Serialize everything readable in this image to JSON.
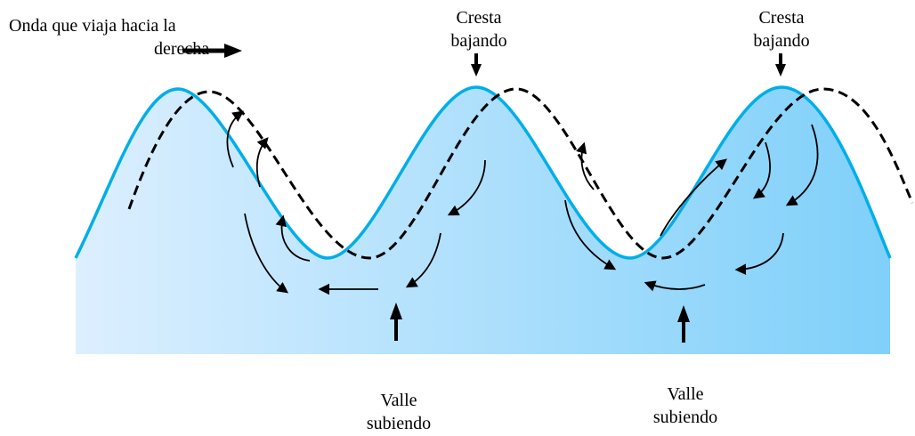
{
  "labels": {
    "wave_direction": {
      "line1": "Onda que viaja hacia la",
      "line2": "derecha"
    },
    "crest_left": {
      "line1": "Cresta",
      "line2": "bajando"
    },
    "crest_right": {
      "line1": "Cresta",
      "line2": "bajando"
    },
    "trough_left": {
      "line1": "Valle",
      "line2": "subiendo"
    },
    "trough_right": {
      "line1": "Valle",
      "line2": "subiendo"
    }
  },
  "colors": {
    "wave_line": "#00aee8",
    "water_light": "#dcefff",
    "water_dark": "#7fd0fa",
    "arrows": "#000000"
  }
}
